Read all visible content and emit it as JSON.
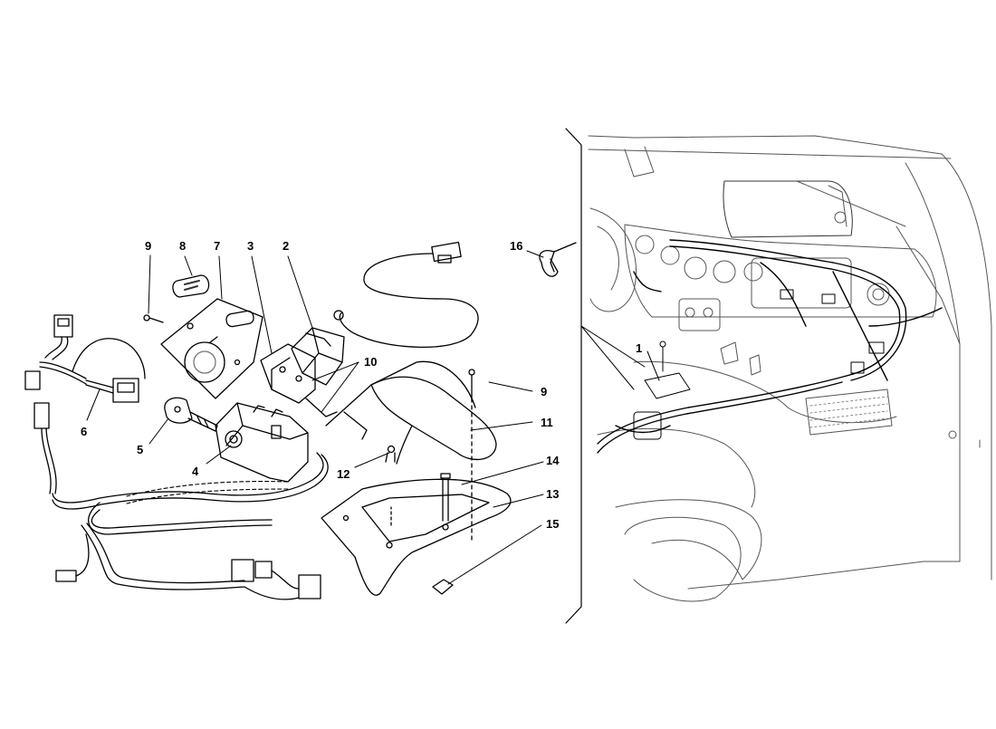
{
  "callouts": {
    "c9a": "9",
    "c8": "8",
    "c7": "7",
    "c3": "3",
    "c2": "2",
    "c16": "16",
    "c10": "10",
    "c9b": "9",
    "c11": "11",
    "c6": "6",
    "c5": "5",
    "c4": "4",
    "c12": "12",
    "c14": "14",
    "c13": "13",
    "c15": "15",
    "c1": "1"
  },
  "icons": [
    "key-icon",
    "ignition-switch-icon",
    "cable-tie-icon",
    "screw-icon",
    "connector-icon"
  ],
  "colors": {
    "line": "#000000",
    "background": "#ffffff",
    "light-line": "#9a9a9a"
  }
}
